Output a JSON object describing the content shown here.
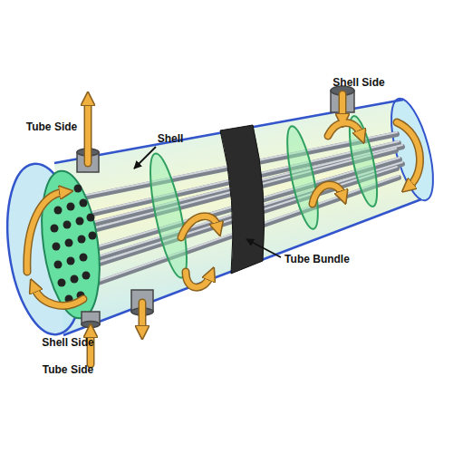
{
  "diagram": {
    "labels": [
      "Shell Side",
      "Tube Side",
      "Shell",
      "Tube Bundle",
      "Shell Side",
      "Tube Side"
    ]
  }
}
